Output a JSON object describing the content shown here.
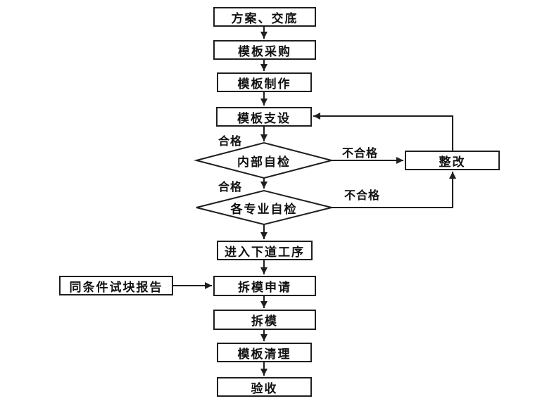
{
  "diagram": {
    "type": "flowchart",
    "background": "#ffffff",
    "line_color": "#1f1f1f",
    "text_color": "#111111",
    "nodes": {
      "plan": "方案、交底",
      "procurement": "模板采购",
      "fabrication": "模板制作",
      "erection": "模板支设",
      "internal_check": "内部自检",
      "specialty_check": "各专业自检",
      "next_process": "进入下道工序",
      "test_block_report": "同条件试块报告",
      "demold_request": "拆模申请",
      "demold": "拆模",
      "cleanup": "模板清理",
      "acceptance": "验收",
      "rectification": "整改"
    },
    "edge_labels": {
      "pass_1": "合格",
      "pass_2": "合格",
      "fail_1": "不合格",
      "fail_2": "不合格"
    },
    "edges": [
      {
        "from": "plan",
        "to": "procurement",
        "label": ""
      },
      {
        "from": "procurement",
        "to": "fabrication",
        "label": ""
      },
      {
        "from": "fabrication",
        "to": "erection",
        "label": ""
      },
      {
        "from": "erection",
        "to": "internal_check",
        "label": "合格"
      },
      {
        "from": "internal_check",
        "to": "specialty_check",
        "label": "合格"
      },
      {
        "from": "internal_check",
        "to": "rectification",
        "label": "不合格"
      },
      {
        "from": "specialty_check",
        "to": "rectification",
        "label": "不合格"
      },
      {
        "from": "specialty_check",
        "to": "next_process",
        "label": ""
      },
      {
        "from": "next_process",
        "to": "demold_request",
        "label": ""
      },
      {
        "from": "test_block_report",
        "to": "demold_request",
        "label": ""
      },
      {
        "from": "demold_request",
        "to": "demold",
        "label": ""
      },
      {
        "from": "demold",
        "to": "cleanup",
        "label": ""
      },
      {
        "from": "cleanup",
        "to": "acceptance",
        "label": ""
      },
      {
        "from": "rectification",
        "to": "erection",
        "label": ""
      }
    ]
  }
}
